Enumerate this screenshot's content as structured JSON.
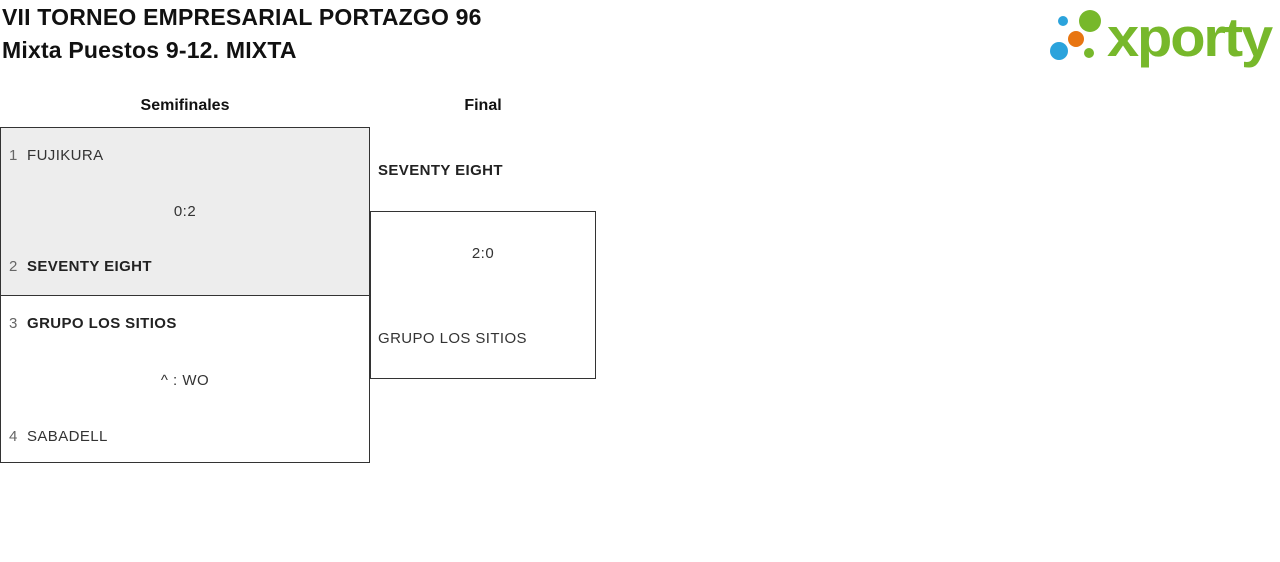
{
  "header": {
    "title_line1": "VII TORNEO EMPRESARIAL PORTAZGO 96",
    "title_line2": "Mixta Puestos 9-12. MIXTA",
    "logo_text": "xporty"
  },
  "colors": {
    "logo_green": "#77b82b",
    "logo_blue": "#2ba3dc",
    "logo_orange": "#e87511",
    "box_fill": "#ededed",
    "box_border": "#333333",
    "team_text": "#333333",
    "seed_text": "#666666"
  },
  "rounds": [
    {
      "label": "Semifinales"
    },
    {
      "label": "Final"
    }
  ],
  "matches": [
    {
      "round": "Semifinales",
      "score": "0:2",
      "team1": {
        "seed": "1",
        "name": "FUJIKURA",
        "winner": false
      },
      "team2": {
        "seed": "2",
        "name": "SEVENTY EIGHT",
        "winner": true
      }
    },
    {
      "round": "Semifinales",
      "score": "^ : WO",
      "team1": {
        "seed": "3",
        "name": "GRUPO LOS SITIOS",
        "winner": true
      },
      "team2": {
        "seed": "4",
        "name": "SABADELL",
        "winner": false
      }
    },
    {
      "round": "Final",
      "score": "2:0",
      "team1": {
        "seed": "",
        "name": "SEVENTY EIGHT",
        "winner": true
      },
      "team2": {
        "seed": "",
        "name": "GRUPO LOS SITIOS",
        "winner": false
      }
    }
  ]
}
